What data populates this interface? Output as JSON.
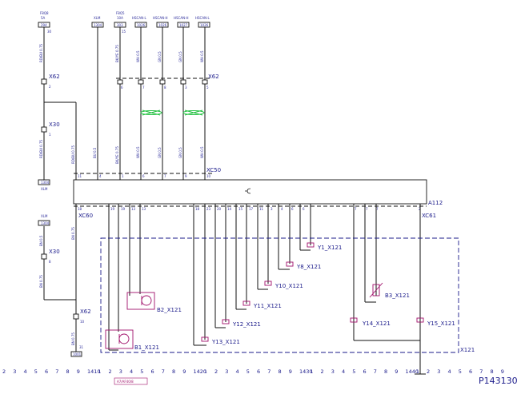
{
  "drawing_id": "P143130",
  "modules": {
    "a112": "A112",
    "xc50": "XC50",
    "xc60": "XC60",
    "xc61": "XC61",
    "x121": "X121",
    "x62": "X62",
    "x30": "X30",
    "b2": "B2_X121",
    "b3": "B3_X121",
    "b1": "B1_X121"
  },
  "pin_labels": {
    "x62_top_2": "2",
    "x30_top_1": "1",
    "x30_bot_8": "8",
    "x62_bot_10": "10",
    "bottom_31": "31",
    "sup_30": "30",
    "sup_15": "15"
  },
  "top_connectors": [
    {
      "top": "F8Q8",
      "mid": "5A",
      "box": "294"
    },
    {
      "top": "",
      "mid": "XLM",
      "box": "1304"
    },
    {
      "top": "F8Q5",
      "mid": "10A",
      "box": "303"
    },
    {
      "top": "",
      "mid": "HSCAN-L",
      "box": "1026"
    },
    {
      "top": "",
      "mid": "HSCAN-H",
      "box": "1026"
    },
    {
      "top": "",
      "mid": "HSCAN-H",
      "box": "1027"
    },
    {
      "top": "",
      "mid": "HSCAN-L",
      "box": "1026"
    }
  ],
  "left_boxes": [
    {
      "top": "XLM",
      "box": "1304"
    },
    {
      "top": "",
      "box": "1304"
    }
  ],
  "bottom_small_box": "1001",
  "xc50_pins": [
    "11",
    "4",
    "1",
    "6",
    "7",
    "9",
    "10"
  ],
  "xc60_pins": [
    "18",
    "19",
    "13",
    "18",
    "23",
    "20",
    "14",
    "15",
    "17",
    "11",
    "3",
    "4",
    "6",
    "7",
    "2"
  ],
  "x62_top_pins": [
    "6",
    "7",
    "8",
    "3",
    "5"
  ],
  "actuators": [
    "Y1_X121",
    "Y8_X121",
    "Y10_X121",
    "Y11_X121",
    "Y12_X121",
    "Y13_X121",
    "Y14_X121",
    "Y15_X121"
  ],
  "wire_codes": {
    "w1": "RD/BU 0.75",
    "w2": "RD/BU 0.75",
    "w3": "BU 0.5",
    "w4": "BK/YE 0.75",
    "w5": "WH 0.5",
    "w6": "GN 0.5",
    "w7": "BU 0.5",
    "w8": "WH 0.5",
    "w9": "BN 0.75",
    "w10": "BN 0.5"
  },
  "ruler": [
    "2",
    "3",
    "4",
    "5",
    "6",
    "7",
    "8",
    "9",
    "1410",
    "1",
    "2",
    "3",
    "4",
    "5",
    "6",
    "7",
    "8",
    "9",
    "1420",
    "1",
    "2",
    "3",
    "4",
    "5",
    "6",
    "7",
    "8",
    "9",
    "1430",
    "1",
    "2",
    "3",
    "4",
    "5",
    "6",
    "7",
    "8",
    "9",
    "1440",
    "1",
    "2",
    "3",
    "4",
    "5",
    "6",
    "7",
    "8",
    "9"
  ],
  "ref_code": "A7/AF40/8"
}
